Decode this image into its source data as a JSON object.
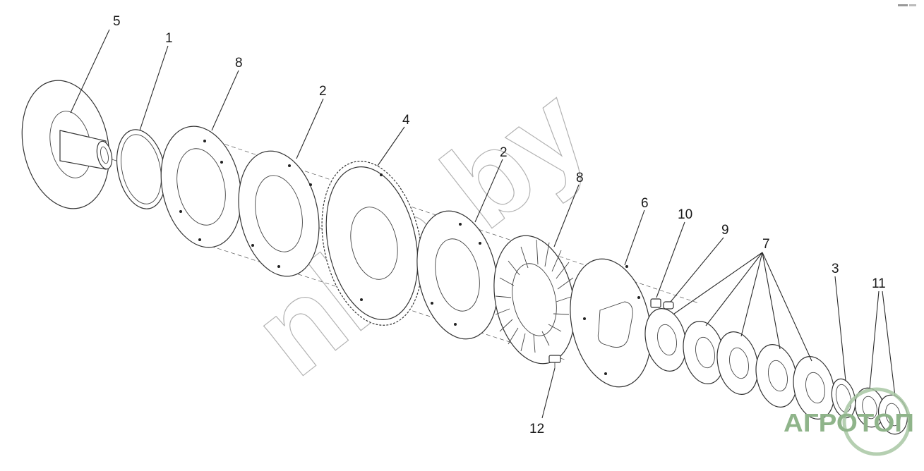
{
  "part_labels": {
    "p5": "5",
    "p1": "1",
    "p8a": "8",
    "p2a": "2",
    "p4": "4",
    "p2b": "2",
    "p8b": "8",
    "p6": "6",
    "p10": "10",
    "p9": "9",
    "p7": "7",
    "p3": "3",
    "p11": "11",
    "p12": "12"
  },
  "watermark": "nka.by",
  "logo": {
    "text": "АГРОТОП",
    "color": "#8fb48a"
  }
}
